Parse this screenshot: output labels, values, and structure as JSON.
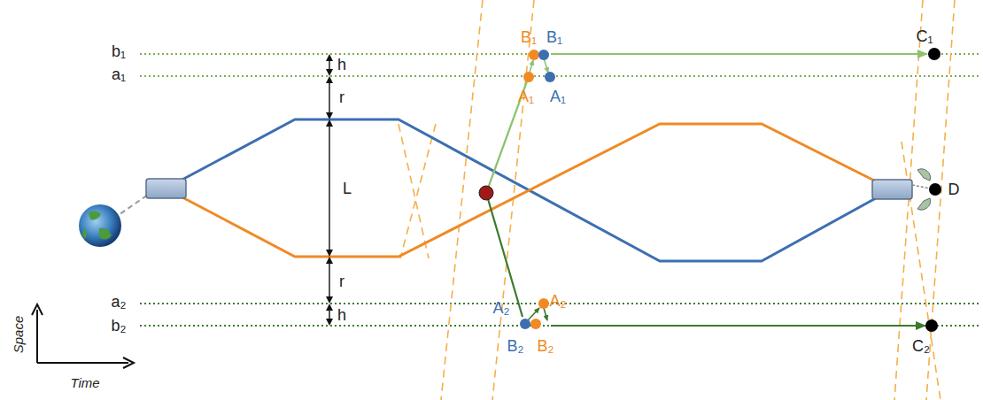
{
  "diagram": {
    "labels": [
      "b₁",
      "a₁",
      "h",
      "r",
      "L",
      "r",
      "a₂",
      "h",
      "b₂",
      "B₁",
      "B₁",
      "A₁",
      "A₁",
      "A₂",
      "A₂",
      "B₂",
      "B₂",
      "C₁",
      "C₂",
      "D",
      "Space",
      "Time"
    ]
  }
}
